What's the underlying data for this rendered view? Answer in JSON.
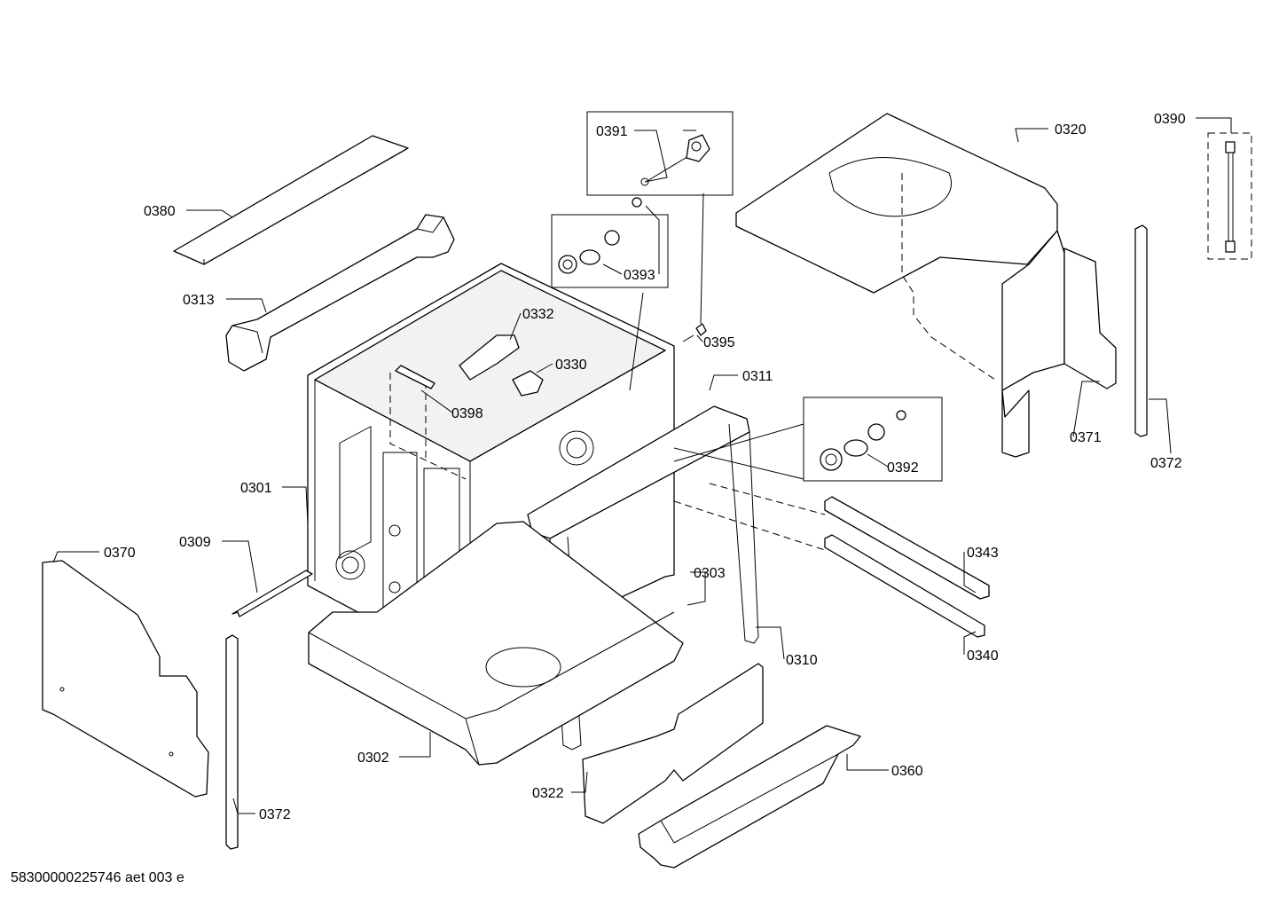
{
  "footer": "58300000225746 aet 003 e",
  "callouts": [
    {
      "id": "0380",
      "text": "0380"
    },
    {
      "id": "0313",
      "text": "0313"
    },
    {
      "id": "0301",
      "text": "0301"
    },
    {
      "id": "0309",
      "text": "0309"
    },
    {
      "id": "0370",
      "text": "0370"
    },
    {
      "id": "0372a",
      "text": "0372"
    },
    {
      "id": "0302",
      "text": "0302"
    },
    {
      "id": "0322",
      "text": "0322"
    },
    {
      "id": "0360",
      "text": "0360"
    },
    {
      "id": "0310",
      "text": "0310"
    },
    {
      "id": "0303",
      "text": "0303"
    },
    {
      "id": "0340",
      "text": "0340"
    },
    {
      "id": "0343",
      "text": "0343"
    },
    {
      "id": "0392",
      "text": "0392"
    },
    {
      "id": "0311",
      "text": "0311"
    },
    {
      "id": "0395",
      "text": "0395"
    },
    {
      "id": "0398",
      "text": "0398"
    },
    {
      "id": "0330",
      "text": "0330"
    },
    {
      "id": "0332",
      "text": "0332"
    },
    {
      "id": "0393",
      "text": "0393"
    },
    {
      "id": "0391",
      "text": "0391"
    },
    {
      "id": "0320",
      "text": "0320"
    },
    {
      "id": "0371",
      "text": "0371"
    },
    {
      "id": "0372b",
      "text": "0372"
    },
    {
      "id": "0390",
      "text": "0390"
    }
  ]
}
